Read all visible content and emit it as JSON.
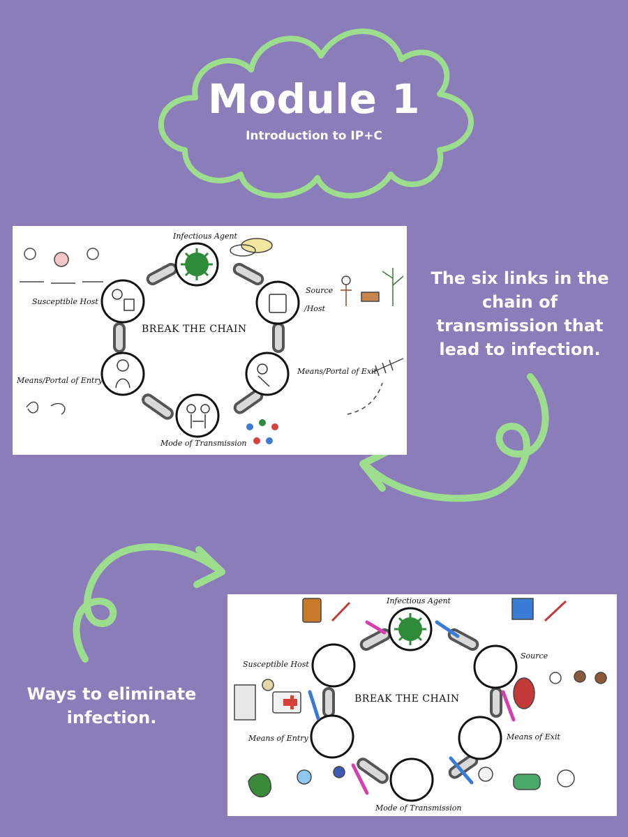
{
  "header": {
    "title": "Module 1",
    "subtitle": "Introduction to IP+C"
  },
  "panel_top": {
    "center_title": "BREAK THE CHAIN",
    "labels": {
      "infectious_agent": "Infectious Agent",
      "source": "Source",
      "host": "/Host",
      "exit": "Means/Portal of Exit",
      "transmission": "Mode of Transmission",
      "entry": "Means/Portal of Entry",
      "susceptible": "Susceptible Host"
    }
  },
  "caption_top": {
    "line1": "The six links in the",
    "line2": "chain of",
    "line3": "transmission that",
    "line4": "lead to infection."
  },
  "caption_bottom": {
    "line1": "Ways to eliminate",
    "line2": "infection."
  },
  "panel_bottom": {
    "center_title": "BREAK THE CHAIN",
    "labels": {
      "infectious_agent": "Infectious Agent",
      "source": "Source",
      "exit": "Means of Exit",
      "transmission": "Mode of Transmission",
      "entry": "Means of Entry",
      "susceptible": "Susceptible Host"
    }
  },
  "colors": {
    "background": "#8b7cba",
    "accent": "#9ddd8e",
    "virus": "#2e8b3a",
    "text": "#ffffff"
  }
}
